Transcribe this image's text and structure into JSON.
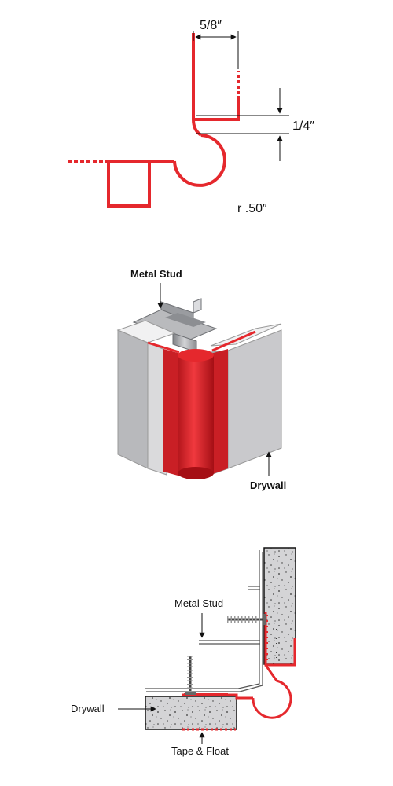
{
  "profile": {
    "dim_width": "5/8″",
    "dim_gap": "1/4″",
    "dim_radius": "r .50″"
  },
  "iso": {
    "label_stud": "Metal Stud",
    "label_drywall": "Drywall"
  },
  "section": {
    "label_stud": "Metal Stud",
    "label_drywall": "Drywall",
    "label_tape": "Tape & Float"
  },
  "colors": {
    "accent_red": "#e5282d",
    "drywall_gray": "#c9c9cc",
    "line_dark": "#111111"
  }
}
